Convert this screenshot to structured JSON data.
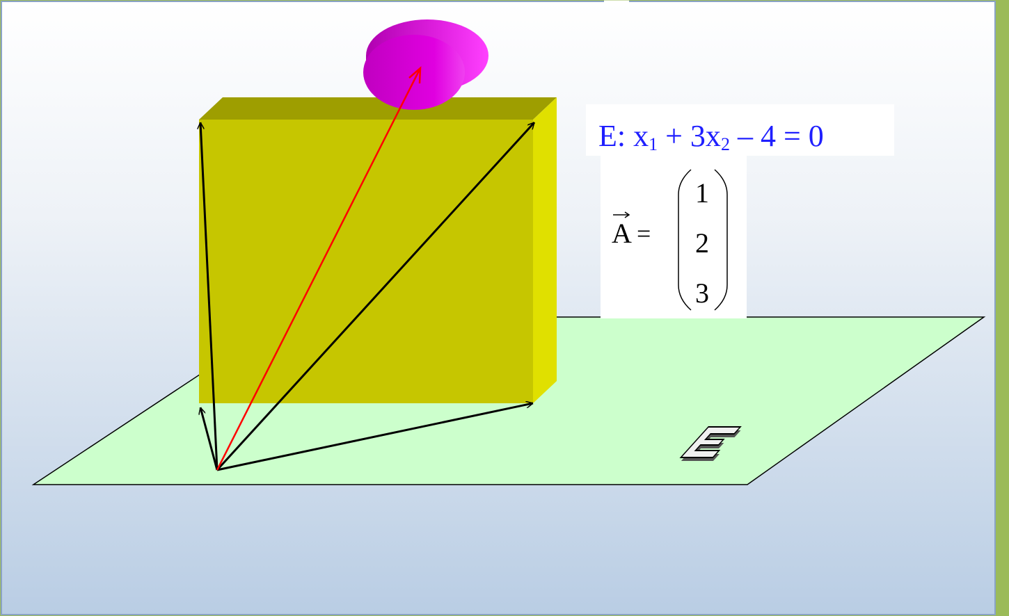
{
  "equation": {
    "prefix": "E: x",
    "sub1": "1",
    "middle": " + 3x",
    "sub2": "2",
    "suffix": " – 4 = 0"
  },
  "vector": {
    "name": "A",
    "equals": "=",
    "components": [
      "1",
      "2",
      "3"
    ]
  },
  "plane_label": "E",
  "colors": {
    "plane_fill": "#ccffcc",
    "box_front": "#c6c600",
    "box_top": "#9e9e00",
    "box_side": "#e0e000",
    "cylinder": "#e000e0",
    "red_arrow": "#ff0000",
    "equation_text": "#1f1fff"
  }
}
